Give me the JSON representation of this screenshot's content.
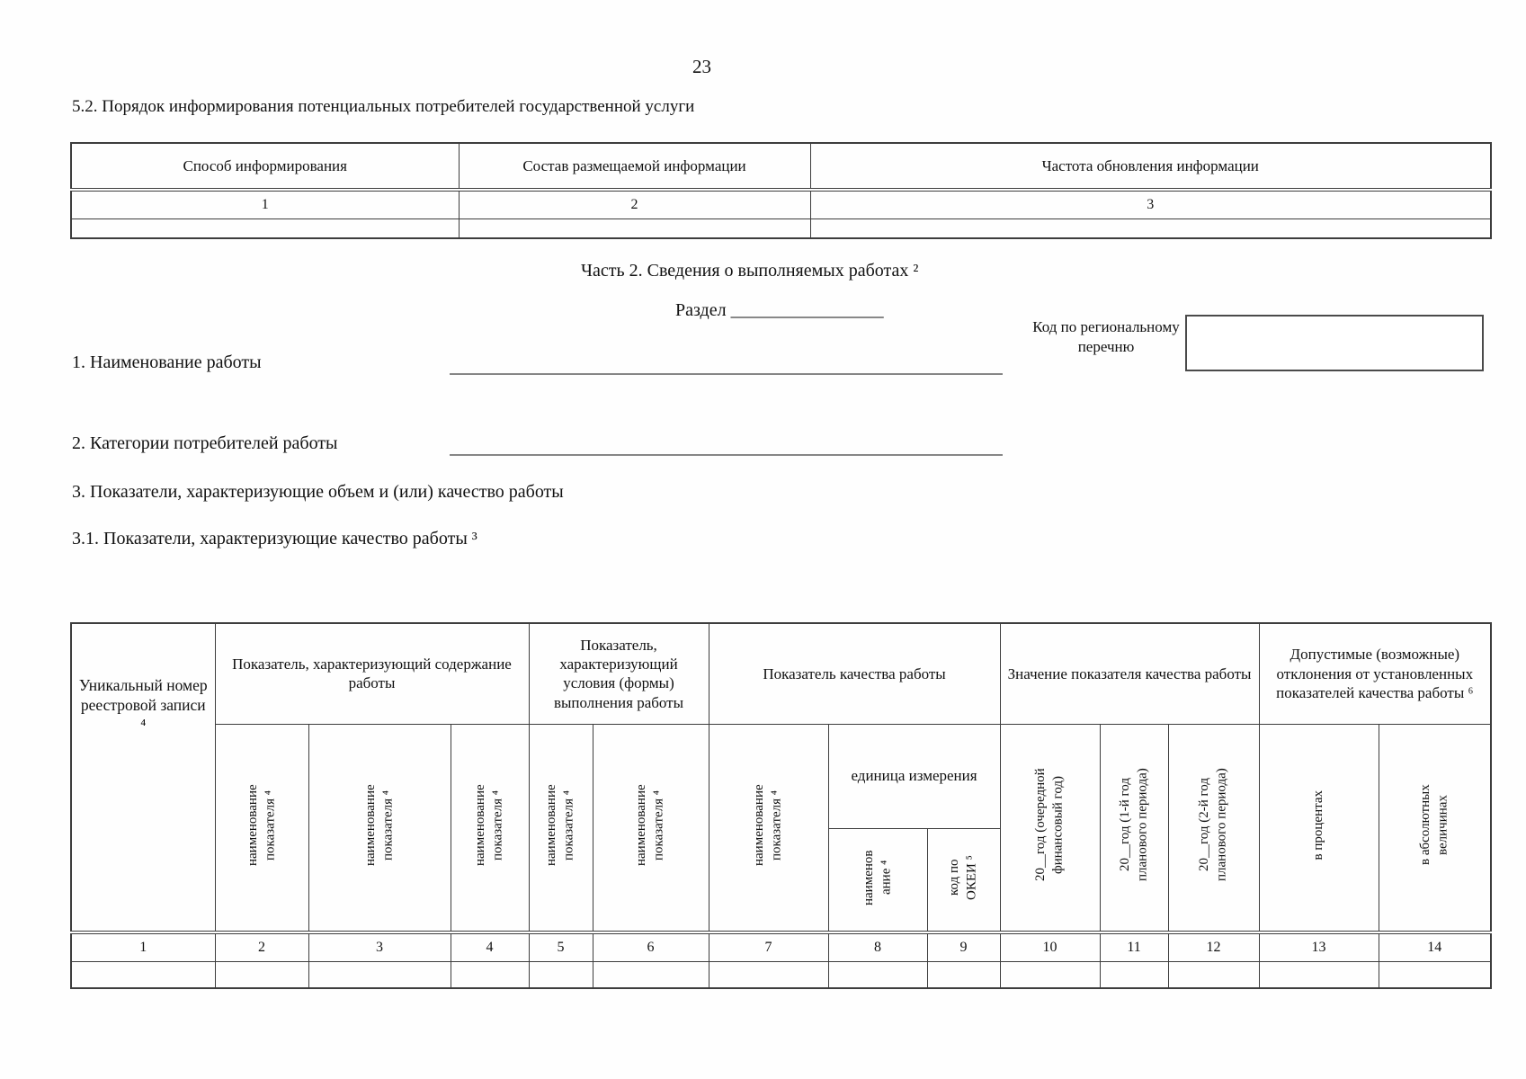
{
  "page_number": "23",
  "section_5_2": {
    "heading": "5.2. Порядок информирования потенциальных потребителей государственной услуги"
  },
  "info_table": {
    "col_method": "Способ информирования",
    "col_content": "Состав размещаемой информации",
    "col_frequency": "Частота обновления информации",
    "numbers": [
      "1",
      "2",
      "3"
    ]
  },
  "part2": {
    "title": "Часть 2. Сведения о выполняемых работах ²",
    "razdel": "Раздел _________________",
    "regional_code_label": "Код по региональному перечню",
    "item1": "1. Наименование работы",
    "item2": "2. Категории потребителей работы",
    "item3": "3. Показатели, характеризующие объем и (или) качество работы",
    "item3_1": "3.1. Показатели, характеризующие качество работы ³"
  },
  "quality_table": {
    "unique_number": "Уникальный номер реестровой записи ⁴",
    "group_content": "Показатель, характеризующий содержание работы",
    "group_conditions": "Показатель, характеризующий условия (формы) выполнения работы",
    "group_quality": "Показатель качества работы",
    "group_value": "Значение показателя качества работы",
    "group_deviation": "Допустимые (возможные) отклонения от установленных показателей качества работы ⁶",
    "indicator_name": "наименование показателя ⁴",
    "unit_group": "единица измерения",
    "unit_name": "наименование ⁴",
    "unit_code": "код по ОКЕИ ⁵",
    "year_current": "20__год (очередной финансовый год)",
    "year_plan1": "20__год (1-й год планового периода)",
    "year_plan2": "20__год (2-й год планового периода)",
    "dev_percent": "в процентах",
    "dev_absolute": "в абсолютных величинах",
    "numbers": [
      "1",
      "2",
      "3",
      "4",
      "5",
      "6",
      "7",
      "8",
      "9",
      "10",
      "11",
      "12",
      "13",
      "14"
    ]
  }
}
